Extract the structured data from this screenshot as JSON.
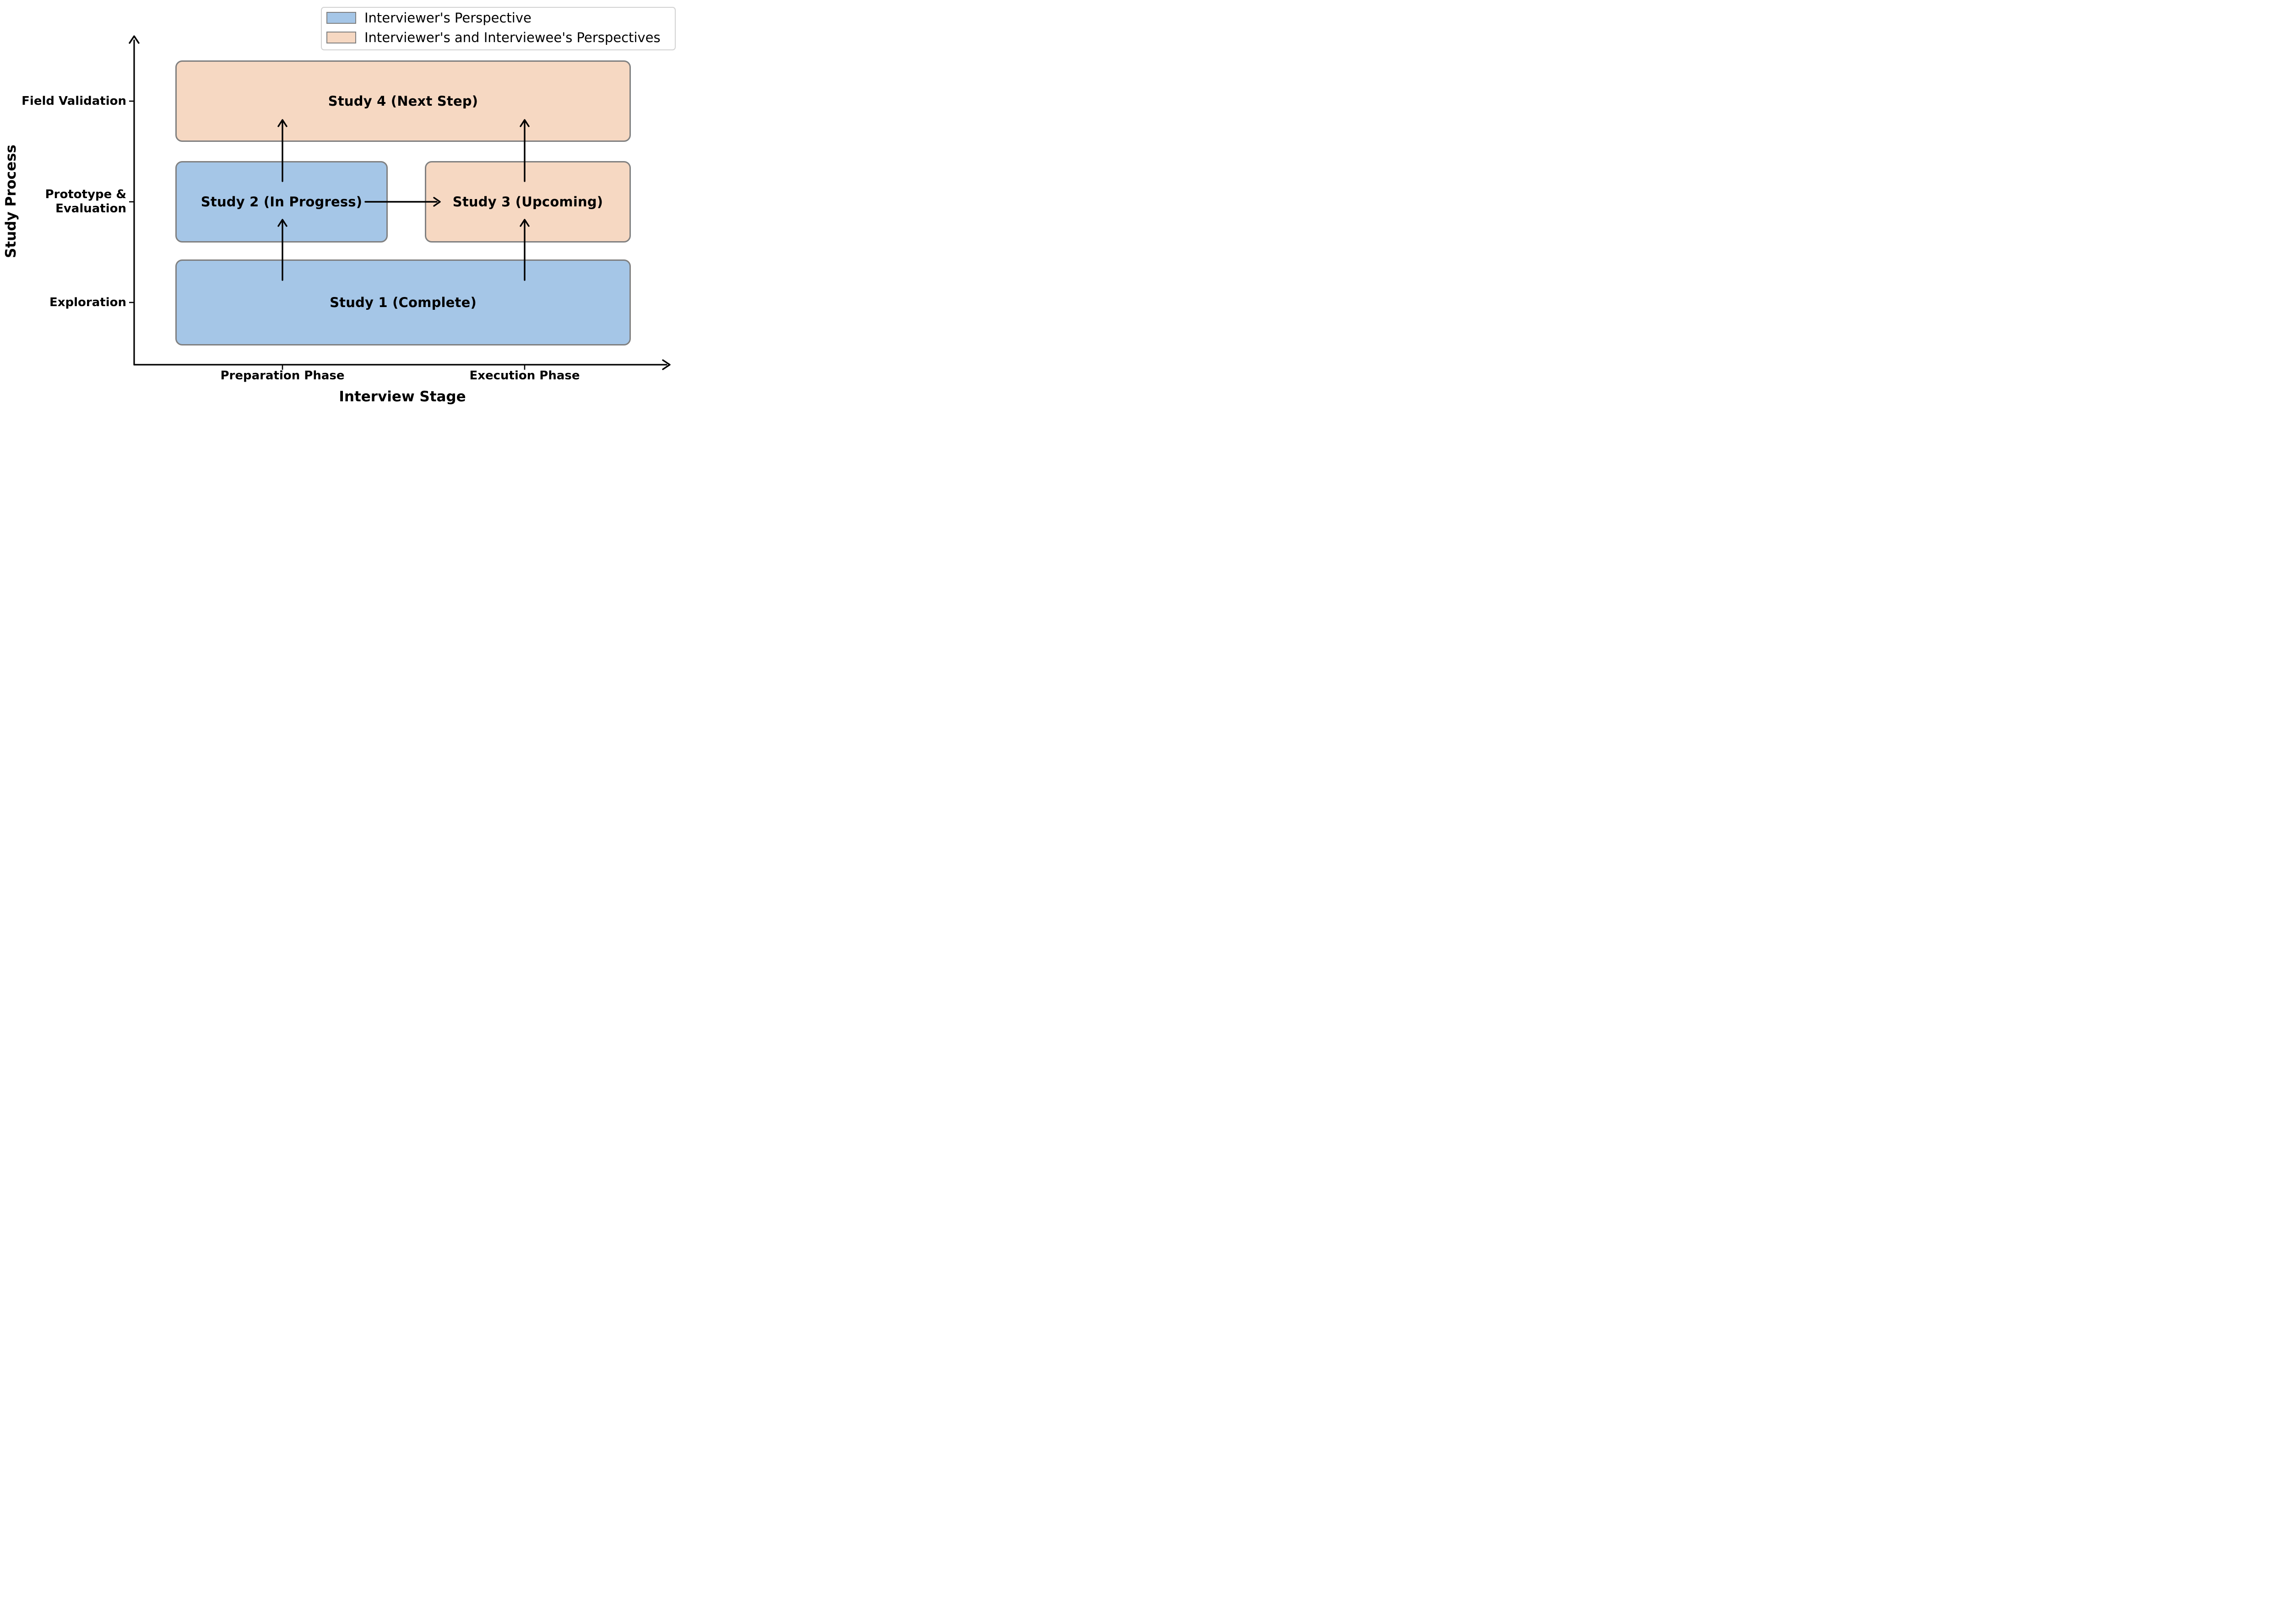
{
  "figure": {
    "background": "#ffffff",
    "colors": {
      "interviewer_only": "#a5c6e7",
      "interviewer_and_interviewee": "#f6d8c2",
      "node_border": "#808080",
      "legend_border": "#d2d2d2",
      "line_color": "#000000"
    },
    "y_axis": {
      "title": "Study Process",
      "ticks": [
        "Field Validation",
        "Prototype &\nEvaluation",
        "Exploration"
      ]
    },
    "x_axis": {
      "title": "Interview Stage",
      "ticks": [
        "Preparation Phase",
        "Execution Phase"
      ]
    },
    "legend": {
      "items": [
        {
          "label": "Interviewer's Perspective",
          "color": "#a5c6e7"
        },
        {
          "label": "Interviewer's and Interviewee's Perspectives",
          "color": "#f6d8c2"
        }
      ]
    },
    "nodes": [
      {
        "id": "study4",
        "label": "Study 4 (Next Step)",
        "color": "#f6d8c2",
        "row": "Field Validation",
        "columns": "Preparation Phase + Execution Phase"
      },
      {
        "id": "study2",
        "label": "Study 2 (In Progress)",
        "color": "#a5c6e7",
        "row": "Prototype & Evaluation",
        "columns": "Preparation Phase"
      },
      {
        "id": "study3",
        "label": "Study 3 (Upcoming)",
        "color": "#f6d8c2",
        "row": "Prototype & Evaluation",
        "columns": "Execution Phase"
      },
      {
        "id": "study1",
        "label": "Study 1 (Complete)",
        "color": "#a5c6e7",
        "row": "Exploration",
        "columns": "Preparation Phase + Execution Phase"
      }
    ],
    "arrows": [
      {
        "from": "Study 1 (Complete)",
        "to": "Study 2 (In Progress)",
        "direction": "up"
      },
      {
        "from": "Study 1 (Complete)",
        "to": "Study 3 (Upcoming)",
        "direction": "up"
      },
      {
        "from": "Study 2 (In Progress)",
        "to": "Study 4 (Next Step)",
        "direction": "up"
      },
      {
        "from": "Study 3 (Upcoming)",
        "to": "Study 4 (Next Step)",
        "direction": "up"
      },
      {
        "from": "Study 2 (In Progress)",
        "to": "Study 3 (Upcoming)",
        "direction": "right"
      }
    ]
  }
}
